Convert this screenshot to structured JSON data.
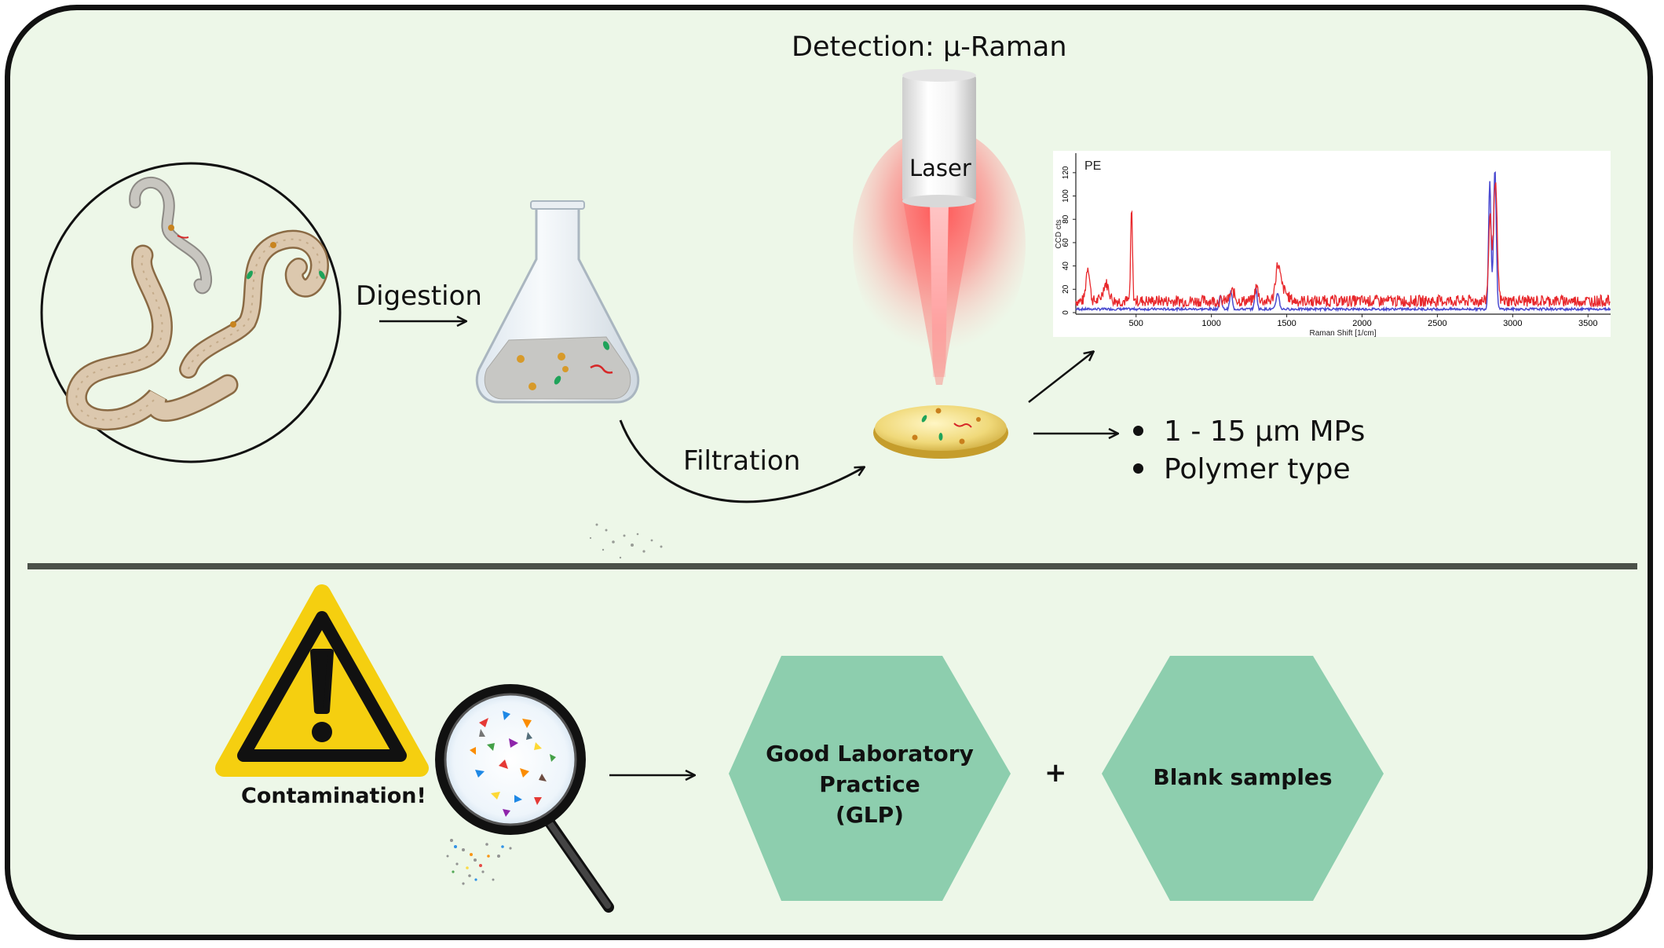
{
  "title": "Detection:  μ-Raman",
  "laser_label": "Laser",
  "steps": {
    "digestion": "Digestion",
    "filtration": "Filtration"
  },
  "outputs": [
    "1 - 15 μm MPs",
    "Polymer type"
  ],
  "contamination": {
    "label": "Contamination!"
  },
  "remedies": {
    "glp": [
      "Good Laboratory",
      "Practice",
      "(GLP)"
    ],
    "plus": "+",
    "blanks": "Blank samples"
  },
  "spectrum": {
    "label": "PE",
    "xlabel": "Raman Shift [1/cm]",
    "ylabel": "CCD cts",
    "xticks": [
      "500",
      "1000",
      "1500",
      "2000",
      "2500",
      "3000",
      "3500"
    ],
    "yticks": [
      "0",
      "20",
      "40",
      "60",
      "80",
      "100",
      "120"
    ]
  },
  "colors": {
    "background": "#edf7e8",
    "hexagon": "#8dceae",
    "warning_yellow": "#f5cf10",
    "sample_red": "#e8282c",
    "reference_blue": "#4a4ad0",
    "divider": "#4b5149"
  }
}
